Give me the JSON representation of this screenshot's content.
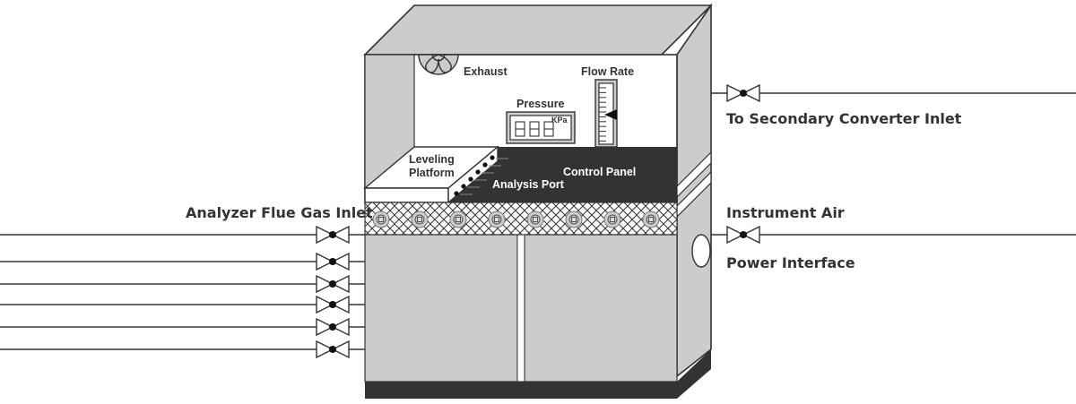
{
  "diagram": {
    "title": "Analyzer cabinet piping schematic",
    "labels": {
      "exhaust": "Exhaust",
      "flow_rate": "Flow Rate",
      "pressure": "Pressure",
      "pressure_unit": "KPa",
      "leveling_platform_line1": "Leveling",
      "leveling_platform_line2": "Platform",
      "analysis_port": "Analysis Port",
      "control_panel": "Control Panel",
      "analyzer_flue_gas_inlet": "Analyzer Flue Gas Inlet",
      "to_secondary_converter_inlet": "To Secondary Converter Inlet",
      "instrument_air": "Instrument Air",
      "power_interface": "Power Interface"
    },
    "inlet_valve_count": 6,
    "outlet_valve_count": 2,
    "panel_bolt_count": 8,
    "analysis_port_count": 6,
    "flow_meter_tick_count": 12,
    "pressure_digit_count": 3,
    "colors": {
      "cabinet_gray": "#cccccc",
      "dark_panel": "#333333",
      "line": "#333333",
      "background": "#ffffff"
    }
  }
}
